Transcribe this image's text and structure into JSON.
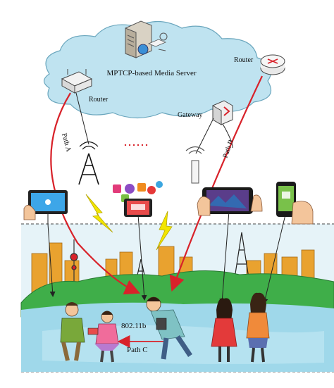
{
  "labels": {
    "server": "MPTCP-based Media Server",
    "router_left": "Router",
    "router_right": "Router",
    "gateway": "Gateway",
    "path_a": "Path A",
    "path_b": "Path B",
    "path_c": "Path C",
    "wifi": "802.11b"
  },
  "colors": {
    "cloud": "#bfe3f0",
    "cloud_stroke": "#6aa6bd",
    "path_arrow": "#d8222a",
    "link_line": "#222222",
    "hill": "#3fae49",
    "ground": "#9fd8ea",
    "sky_band": "#e6f3f8",
    "lightning": "#f2e600",
    "buildings": "#e9a22f"
  },
  "icons": [
    "server-icon",
    "router-icon",
    "gateway-icon",
    "cell-tower-icon",
    "wifi-access-point-icon",
    "tablet-icon",
    "smartphone-icon",
    "person-icon",
    "app-icons-cluster"
  ]
}
